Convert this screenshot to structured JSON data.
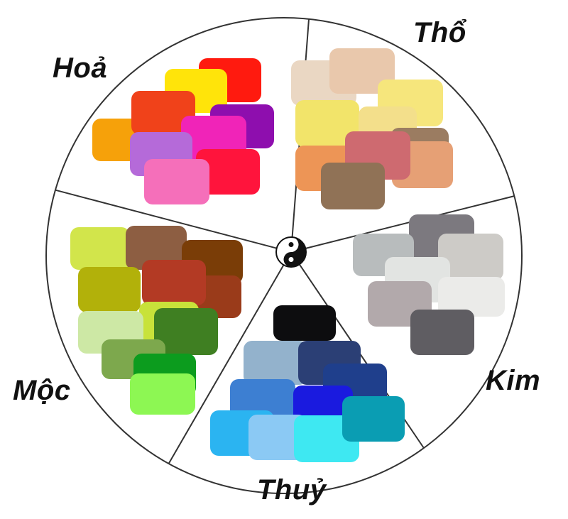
{
  "elements": [
    {
      "name": "Hoả",
      "swatches": [
        "#f6a10a",
        "#ff1a0f",
        "#ffe40a",
        "#f0421a",
        "#8e0eae",
        "#f024b8",
        "#b56ad9",
        "#ff143c",
        "#f56fba"
      ]
    },
    {
      "name": "Thổ",
      "swatches": [
        "#ead7c3",
        "#e9c8ac",
        "#f6e67c",
        "#f2e46a",
        "#f3df8b",
        "#9b7c61",
        "#e6a075",
        "#ed9556",
        "#ce6a70",
        "#907256"
      ]
    },
    {
      "name": "Kim",
      "swatches": [
        "#7c797f",
        "#b8bcbd",
        "#cdcbc7",
        "#e2e4e2",
        "#ebebe9",
        "#b2a9ab",
        "#5f5d62"
      ]
    },
    {
      "name": "Thuỷ",
      "swatches": [
        "#0d0d0f",
        "#93b2cc",
        "#2b3f75",
        "#1f3f8c",
        "#3d7fd2",
        "#1a1adf",
        "#2bb4f1",
        "#8bc9f4",
        "#3ee8f2",
        "#0a9db3"
      ]
    },
    {
      "name": "Mộc",
      "swatches": [
        "#d2e54b",
        "#8d5e42",
        "#7a3d07",
        "#b2b10a",
        "#9a3b1a",
        "#b33a24",
        "#c8e23a",
        "#cde8a5",
        "#3f7f22",
        "#7da84d",
        "#0c9c1e",
        "#8df753"
      ]
    }
  ],
  "center_icon": "yin-yang-icon"
}
